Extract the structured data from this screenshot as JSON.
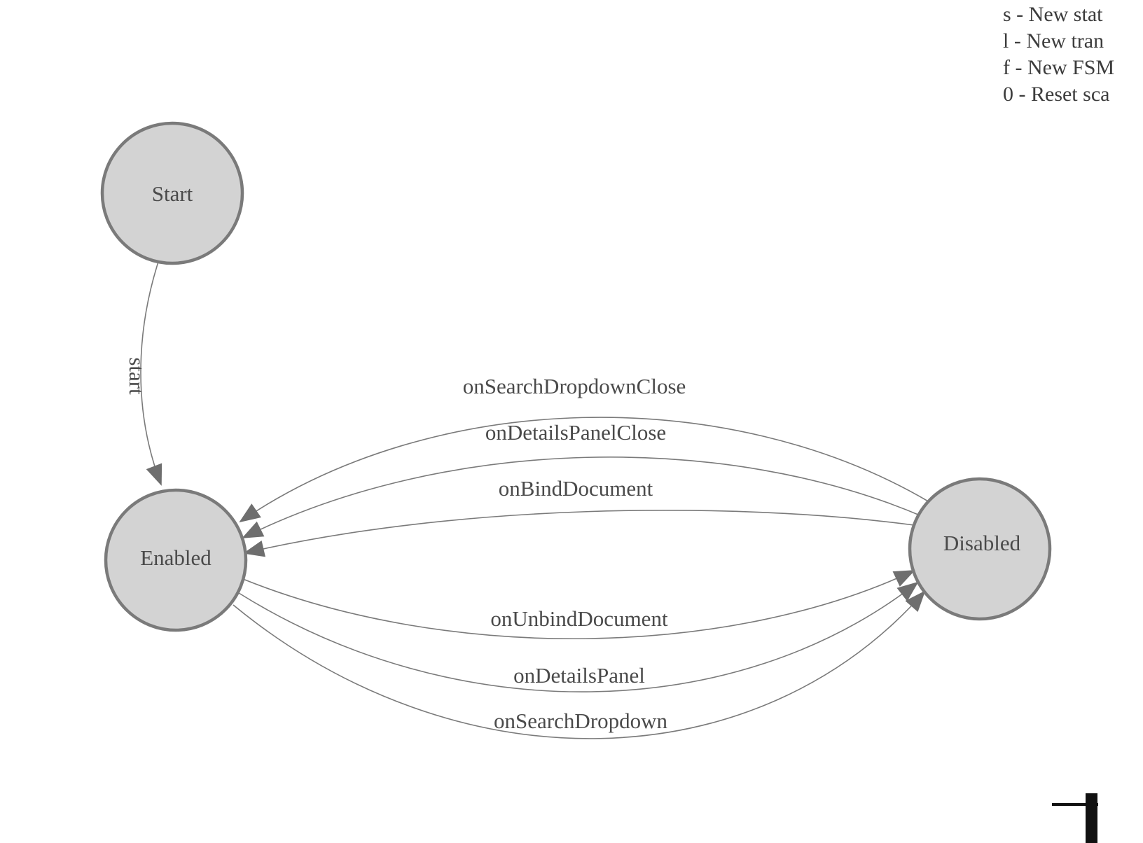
{
  "nodes": {
    "start": {
      "label": "Start"
    },
    "enabled": {
      "label": "Enabled"
    },
    "disabled": {
      "label": "Disabled"
    }
  },
  "edges": {
    "start_to_enabled": {
      "label": "start"
    },
    "disabled_to_enabled": [
      {
        "label": "onSearchDropdownClose"
      },
      {
        "label": "onDetailsPanelClose"
      },
      {
        "label": "onBindDocument"
      }
    ],
    "enabled_to_disabled": [
      {
        "label": "onUnbindDocument"
      },
      {
        "label": "onDetailsPanel"
      },
      {
        "label": "onSearchDropdown"
      }
    ]
  },
  "legend": {
    "lines": [
      {
        "label": "s - New stat"
      },
      {
        "label": "l - New tran"
      },
      {
        "label": "f - New FSM"
      },
      {
        "label": "0 - Reset sca"
      }
    ]
  },
  "colors": {
    "node_fill": "#d3d3d3",
    "node_stroke": "#7a7a7a",
    "edge": "#7a7a7a",
    "arrow": "#6e6e6e",
    "label_text": "#4a4a4a",
    "legend_text": "#3c3c3c"
  }
}
